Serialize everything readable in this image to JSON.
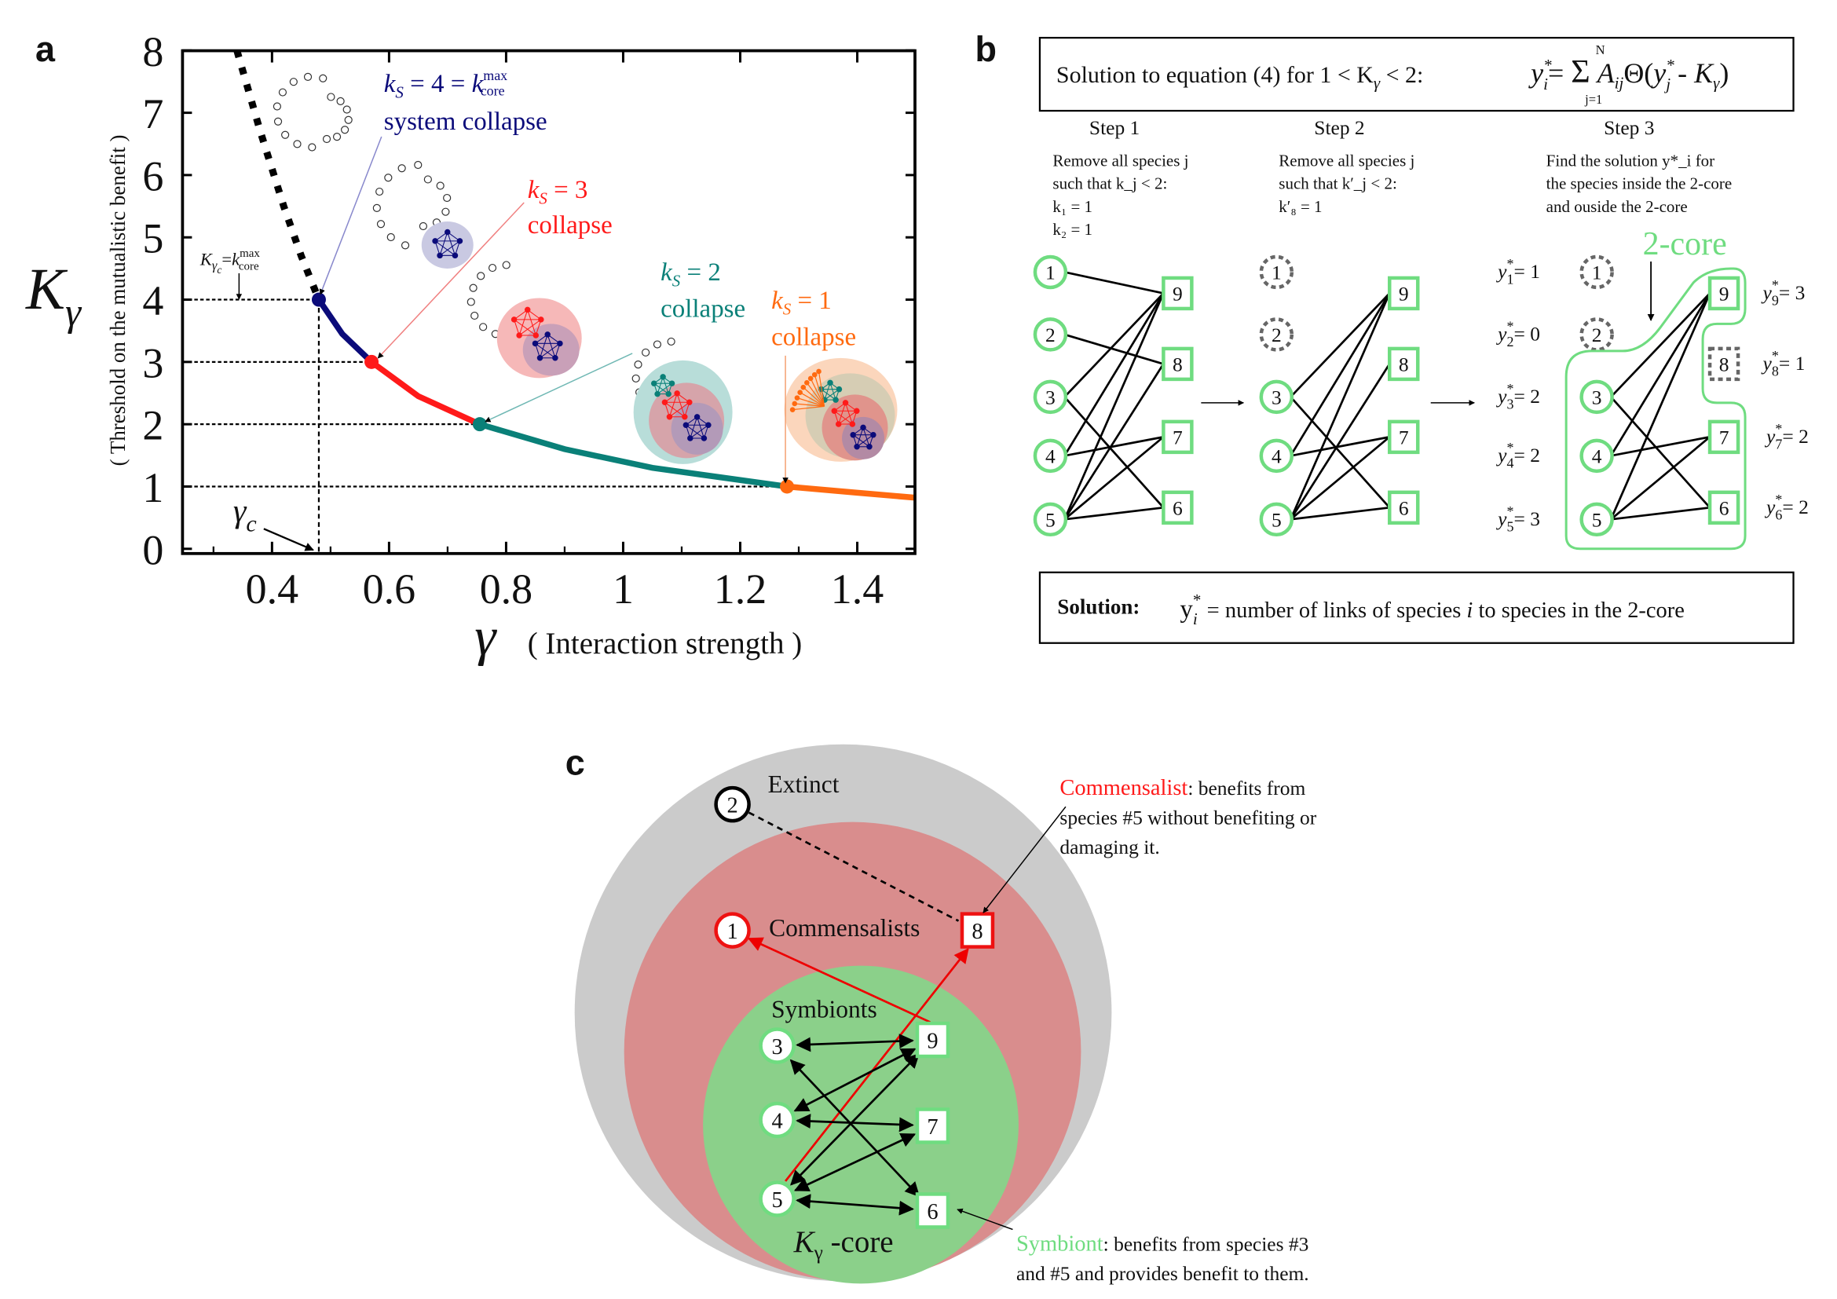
{
  "panels": {
    "a": "a",
    "b": "b",
    "c": "c"
  },
  "colors": {
    "navy": "#0b0b7a",
    "red": "#ff1a1a",
    "teal": "#0a8078",
    "orange": "#ff6a10",
    "green": "#6fdc80",
    "grey": "#cbcbcb",
    "pink": "#d98d8d",
    "core_green": "#8bd08a"
  },
  "chart_data": {
    "type": "line",
    "xlabel_symbol": "γ",
    "xlabel": "( Interaction strength )",
    "ylabel_symbol": "K",
    "ylabel_sub": "γ",
    "ylabel": "( Threshold on the mutualistic benefit )",
    "xlim": [
      0.25,
      1.5
    ],
    "ylim": [
      0,
      8
    ],
    "xticks": [
      "0.4",
      "0.6",
      "0.8",
      "1",
      "1.2",
      "1.4"
    ],
    "yticks": [
      "0",
      "1",
      "2",
      "3",
      "4",
      "5",
      "6",
      "7",
      "8"
    ],
    "series": [
      {
        "segment": "unstable",
        "style": "dotted",
        "color": "#000000",
        "x": [
          0.34,
          0.38,
          0.42,
          0.45,
          0.48
        ],
        "y": [
          8,
          6.7,
          5.5,
          4.7,
          4
        ]
      },
      {
        "segment": "ks4",
        "color": "#0b0b7a",
        "x": [
          0.48,
          0.52,
          0.57
        ],
        "y": [
          4,
          3.45,
          3
        ]
      },
      {
        "segment": "ks3",
        "color": "#ff1a1a",
        "x": [
          0.57,
          0.65,
          0.755
        ],
        "y": [
          3,
          2.45,
          2
        ]
      },
      {
        "segment": "ks2",
        "color": "#0a8078",
        "x": [
          0.755,
          0.9,
          1.05,
          1.28
        ],
        "y": [
          2,
          1.6,
          1.3,
          1
        ]
      },
      {
        "segment": "ks1",
        "color": "#ff6a10",
        "x": [
          1.28,
          1.4,
          1.5
        ],
        "y": [
          1,
          0.9,
          0.82
        ]
      }
    ],
    "transition_points": [
      {
        "x": 0.48,
        "y": 4,
        "color": "#0b0b7a"
      },
      {
        "x": 0.57,
        "y": 3,
        "color": "#ff1a1a"
      },
      {
        "x": 0.755,
        "y": 2,
        "color": "#0a8078"
      },
      {
        "x": 1.28,
        "y": 1,
        "color": "#ff6a10"
      }
    ],
    "annotations": {
      "ks4": {
        "k": "k",
        "sub": "S",
        "eq": " = 4 = ",
        "k2": "k",
        "sup": "max",
        "sub2": "core",
        "text": "system collapse"
      },
      "ks3": {
        "k": "k",
        "sub": "S",
        "eq": " = 3",
        "text": "collapse"
      },
      "ks2": {
        "k": "k",
        "sub": "S",
        "eq": " = 2",
        "text": "collapse"
      },
      "ks1": {
        "k": "k",
        "sub": "S",
        "eq": " = 1",
        "text": "collapse"
      },
      "kc": {
        "k": "K",
        "sub": "γ",
        "subsub": "c",
        "eq": "=",
        "k2": "k",
        "sup": "max",
        "sub2": "core"
      },
      "gc": {
        "g": "γ",
        "sub": "c"
      }
    }
  },
  "panel_b": {
    "header": {
      "text": "Solution to equation (4) for  1 < K",
      "sub": "γ",
      "tail": " < 2:",
      "f_y": "y",
      "f_sup": "*",
      "f_sub": "i",
      "f_eq": "= ",
      "f_sum": "Σ",
      "f_top": "N",
      "f_bot": "j=1",
      "f_A": " A",
      "f_Asub": "ij",
      "f_theta": "Θ(",
      "f_y2": "y",
      "f_sup2": "*",
      "f_sub2": "j",
      "f_minus": " - K",
      "f_ksub": "γ",
      "f_close": ")"
    },
    "steps": [
      {
        "title": "Step 1",
        "lines": [
          "Remove all species j",
          "such that  k_j < 2:",
          "k₁ = 1",
          "k₂ = 1"
        ]
      },
      {
        "title": "Step 2",
        "lines": [
          "Remove all species j",
          "such that  k′_j < 2:",
          "k′₈ = 1"
        ]
      },
      {
        "title": "Step 3",
        "lines": [
          "Find the solution  y*_i for",
          "the species inside the 2-core",
          "and ouside the 2-core"
        ]
      }
    ],
    "core_label": "2-core",
    "circles": [
      "1",
      "2",
      "3",
      "4",
      "5"
    ],
    "squares": [
      "9",
      "8",
      "7",
      "6"
    ],
    "edges": [
      [
        "1",
        "9"
      ],
      [
        "2",
        "8"
      ],
      [
        "3",
        "9"
      ],
      [
        "3",
        "6"
      ],
      [
        "4",
        "9"
      ],
      [
        "4",
        "7"
      ],
      [
        "5",
        "9"
      ],
      [
        "5",
        "8"
      ],
      [
        "5",
        "7"
      ],
      [
        "5",
        "6"
      ]
    ],
    "removed_step2": [
      "1",
      "2"
    ],
    "removed_step3": [
      "1",
      "2",
      "8"
    ],
    "solutions_left": [
      {
        "sub": "1",
        "val": "= 1"
      },
      {
        "sub": "2",
        "val": "= 0"
      },
      {
        "sub": "3",
        "val": "= 2"
      },
      {
        "sub": "4",
        "val": "= 2"
      },
      {
        "sub": "5",
        "val": "= 3"
      }
    ],
    "solutions_right": [
      {
        "sub": "9",
        "val": "= 3"
      },
      {
        "sub": "8",
        "val": "= 1"
      },
      {
        "sub": "7",
        "val": "= 2"
      },
      {
        "sub": "6",
        "val": "= 2"
      }
    ],
    "solution_box": {
      "label": "Solution:",
      "y": "y",
      "sup": "*",
      "sub": "i",
      "text1": "= number of links of species ",
      "i": "i",
      "text2": " to species in the 2-core"
    }
  },
  "panel_c": {
    "extinct_label": "Extinct",
    "commensalists_label": "Commensalists",
    "symbionts_label": "Symbionts",
    "core_label": {
      "k": "K",
      "sub": "γ",
      "text": " -core"
    },
    "commensalist_note": {
      "head": "Commensalist",
      "l1": ": benefits from",
      "l2": "species #5 without benefiting or",
      "l3": "damaging it."
    },
    "symbiont_note": {
      "head": "Symbiont",
      "l1": ": benefits from species #3",
      "l2": "and #5 and provides benefit to them."
    },
    "nodes": {
      "extinct": "2",
      "comm_circle": "1",
      "comm_square": "8",
      "circles": [
        "3",
        "4",
        "5"
      ],
      "squares": [
        "9",
        "7",
        "6"
      ]
    }
  }
}
